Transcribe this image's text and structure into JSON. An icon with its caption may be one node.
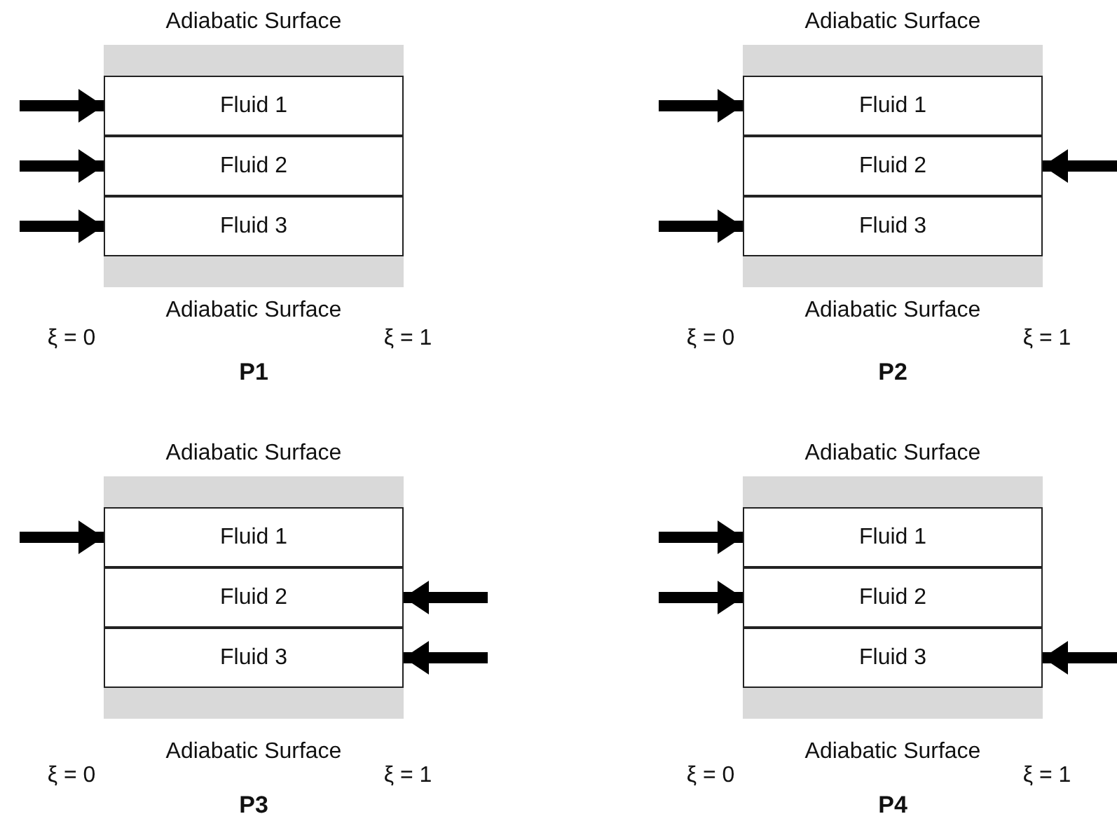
{
  "diagram": {
    "nodes": [
      {
        "text": [
          "Fluid 1"
        ]
      },
      {
        "text": [
          "Fluid 2"
        ]
      },
      {
        "text": [
          "Fluid 3"
        ]
      },
      {
        "text": [
          "Fluid 1"
        ]
      },
      {
        "text": [
          "Fluid 2"
        ]
      },
      {
        "text": [
          "Fluid 3"
        ]
      },
      {
        "text": [
          "Fluid 1"
        ]
      },
      {
        "text": [
          "Fluid 2"
        ]
      },
      {
        "text": [
          "Fluid 3"
        ]
      },
      {
        "text": [
          "Fluid 1"
        ]
      },
      {
        "text": [
          "Fluid 2"
        ]
      },
      {
        "text": [
          "Fluid 3"
        ]
      }
    ],
    "edges": [
      {
        "from": null,
        "to": 0,
        "arrow": "to"
      },
      {
        "from": null,
        "to": 1,
        "arrow": "to"
      },
      {
        "from": null,
        "to": 2,
        "arrow": "to"
      },
      {
        "from": null,
        "to": 3,
        "arrow": "to"
      },
      {
        "from": null,
        "to": 4,
        "arrow": "to"
      },
      {
        "from": null,
        "to": 5,
        "arrow": "to"
      },
      {
        "from": null,
        "to": 6,
        "arrow": "to"
      },
      {
        "from": null,
        "to": 7,
        "arrow": "to"
      },
      {
        "from": null,
        "to": 8,
        "arrow": "to"
      },
      {
        "from": null,
        "to": 9,
        "arrow": "to"
      },
      {
        "from": null,
        "to": 10,
        "arrow": "to"
      },
      {
        "from": null,
        "to": 11,
        "arrow": "to"
      }
    ],
    "labels": [
      "Adiabatic Surface",
      "Adiabatic Surface",
      "ξ = 0",
      "ξ = 1",
      "P1",
      "Adiabatic Surface",
      "Adiabatic Surface",
      "ξ = 0",
      "ξ = 1",
      "P2",
      "Adiabatic Surface",
      "Adiabatic Surface",
      "ξ = 0",
      "ξ = 1",
      "P3",
      "Adiabatic Surface",
      "Adiabatic Surface",
      "ξ = 0",
      "ξ = 1",
      "P4"
    ]
  }
}
